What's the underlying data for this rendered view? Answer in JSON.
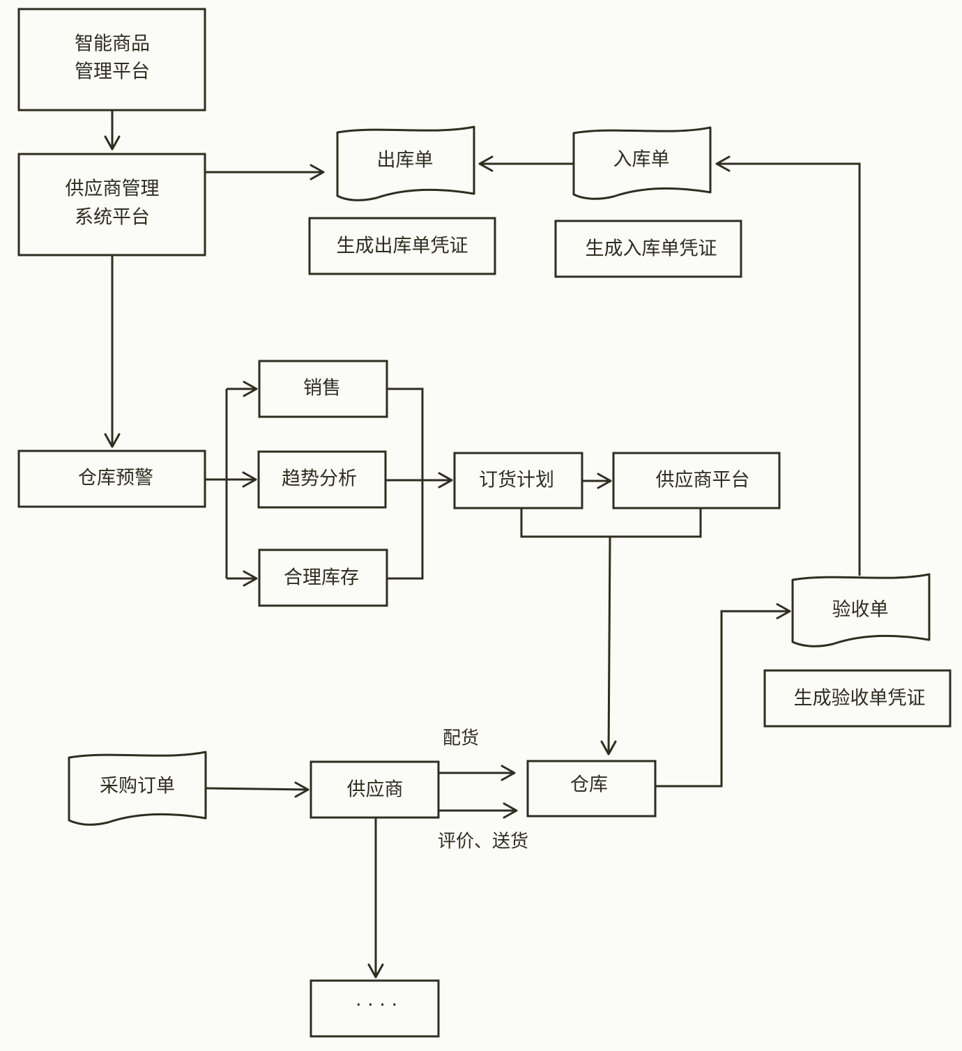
{
  "nodes": {
    "smart_platform": [
      "智能商品",
      "管理平台"
    ],
    "supplier_mgmt": [
      "供应商管理",
      "系统平台"
    ],
    "outbound_doc": "出库单",
    "inbound_doc": "入库单",
    "gen_outbound": "生成出库单凭证",
    "gen_inbound": "生成入库单凭证",
    "warehouse_alert": "仓库预警",
    "sales": "销售",
    "trend_analysis": "趋势分析",
    "reasonable_stock": "合理库存",
    "order_plan": "订货计划",
    "supplier_platform": "供应商平台",
    "acceptance_doc": "验收单",
    "gen_acceptance": "生成验收单凭证",
    "purchase_order": "采购订单",
    "supplier": "供应商",
    "warehouse": "仓库",
    "more": "· · · ·"
  },
  "edge_labels": {
    "distribution": "配货",
    "evaluate_deliver": "评价、送货"
  },
  "colors": {
    "stroke": "#2f2c20",
    "background": "#fbfbf7"
  }
}
